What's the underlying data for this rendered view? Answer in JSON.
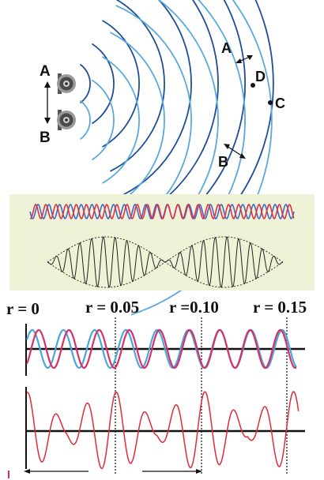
{
  "source_labels": {
    "a": "A",
    "b": "B"
  },
  "wavefront_labels": {
    "a": "A",
    "b": "B",
    "c": "C",
    "d": "D"
  },
  "r_labels": [
    "r = 0",
    "r = 0.05",
    "r =0.10",
    "r = 0.15"
  ],
  "colors": {
    "dark_blue": "#1f4e96",
    "light_blue": "#5aa9dc",
    "red": "#e0304a",
    "panel_bg": "#eef2d6",
    "black": "#111111"
  }
}
